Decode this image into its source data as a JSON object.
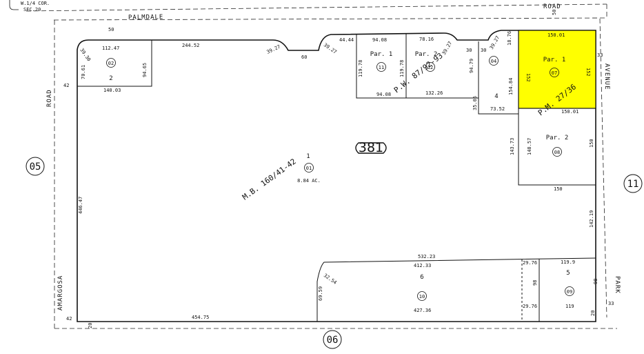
{
  "corner_note": {
    "line1": "W.1/4 COR.",
    "line2": "SEC.20"
  },
  "roads": {
    "palmdale": "PALMDALE",
    "road_top": "ROAD",
    "road_left": "ROAD",
    "amargosa": "AMARGOSA",
    "avenue": "AVENUE",
    "park": "PARK"
  },
  "map_book": "381",
  "neighbors": {
    "left": "05",
    "right": "11",
    "bottom": "06"
  },
  "recorded_map": {
    "main": "M.B. 160/41-42",
    "pw_top": "P.W. 87/92-93",
    "pm_right": "P.M. 27/36"
  },
  "lots": {
    "lot1": {
      "num": "1",
      "apn": "01",
      "area": "8.84 AC."
    },
    "lot2": {
      "num": "2",
      "apn": "02"
    },
    "lot4": {
      "num": "4",
      "apn": "04"
    },
    "lot5": {
      "num": "5",
      "apn": "09"
    },
    "lot6": {
      "num": "6",
      "apn": "10"
    },
    "par1_top": {
      "num": "Par. 1",
      "apn": "11"
    },
    "par2_top": {
      "num": "Par. 2",
      "apn": "12"
    },
    "par1_right": {
      "num": "Par. 1",
      "apn": "07"
    },
    "par2_right": {
      "num": "Par. 2",
      "apn": "08"
    }
  },
  "highlight_color": "#ffff00",
  "dims": {
    "d50_top": "50",
    "d42_left": "42",
    "d42_bottom": "42",
    "d20_bottom": "20",
    "d20_right": "20",
    "d33_top": "33",
    "d33_bottom": "33",
    "d50_right": "50",
    "l2_top": "112.47",
    "l2_bot": "140.03",
    "l2_left": "70.61",
    "l2_right": "94.65",
    "l2_arc": "39.30",
    "top_24452": "244.52",
    "arc1": "39.27",
    "d60": "60",
    "arc2": "39.27",
    "p1t_44": "44.44",
    "p1t_94": "94.08",
    "p1t_94b": "94.08",
    "p1t_119": "119.78",
    "p1t_119b": "119.78",
    "p2t_78": "78.16",
    "p2t_arc": "39.27",
    "p2t_132": "132.26",
    "p2t_30": "30",
    "p2t_94": "94.79",
    "l4_30": "30",
    "l4_arc": "39.27",
    "l4_35": "35.05",
    "l4_73": "73.52",
    "l4_154": "154.84",
    "l4_18": "18.76",
    "pr1_top": "150.01",
    "pr1_left": "152",
    "pr1_right": "152",
    "pr1_bot": "150.01",
    "pr2_143": "143.73",
    "pr2_148": "148.57",
    "pr2_150r": "150",
    "pr2_150b": "150",
    "right_142": "142.19",
    "left_446": "446.47",
    "bot_454": "454.75",
    "l6_532": "532.23",
    "l6_412": "412.33",
    "l6_427": "427.36",
    "l6_32": "32.54",
    "l6_69": "69.59",
    "l5_29a": "29.76",
    "l5_29b": "29.76",
    "l5_119a": "119.9",
    "l5_119b": "119",
    "l5_98a": "98",
    "l5_98b": "98"
  }
}
